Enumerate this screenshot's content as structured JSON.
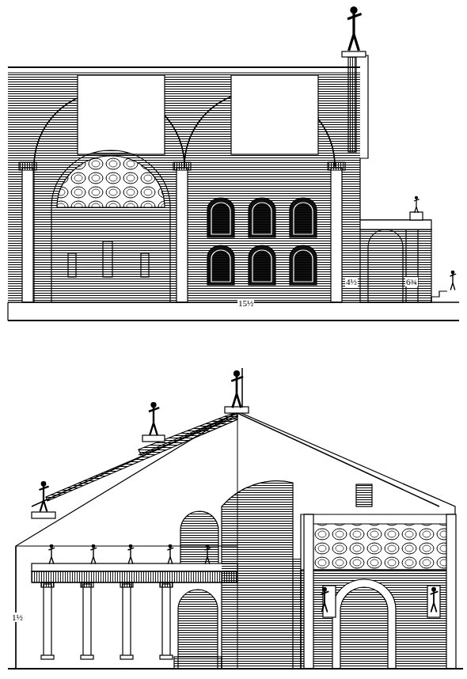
{
  "diagram": {
    "labels": [
      "15½",
      "4½",
      "6¾",
      "1½"
    ]
  }
}
